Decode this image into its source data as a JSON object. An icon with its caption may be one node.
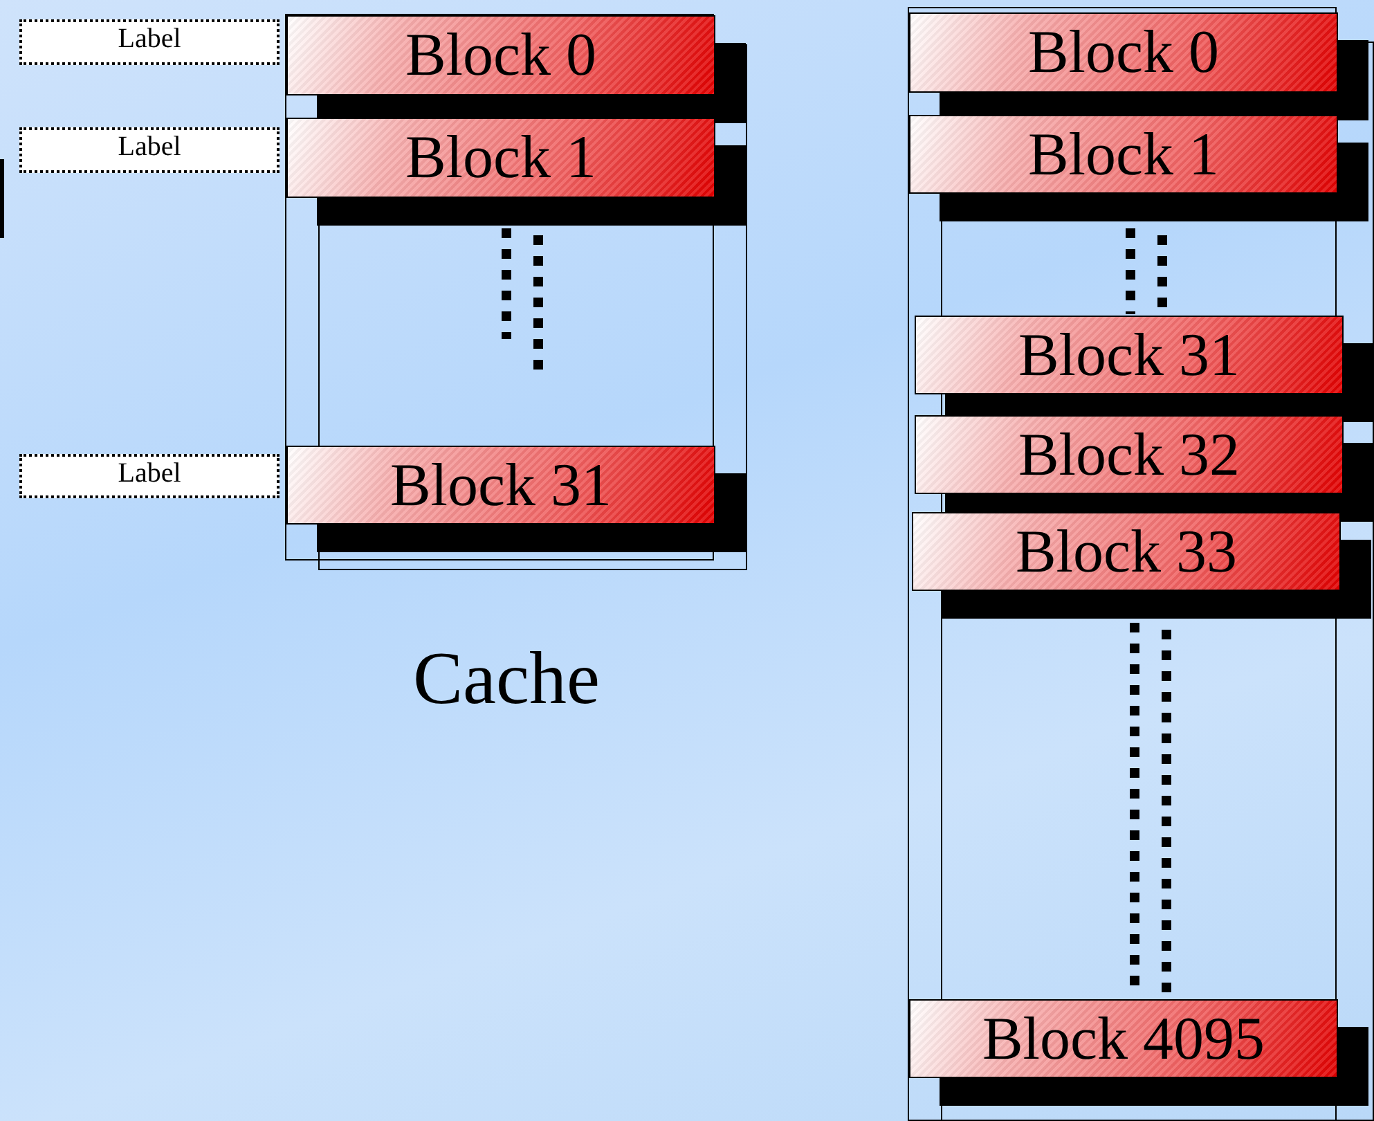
{
  "diagram": {
    "nodes": [
      {
        "text": [],
        "shape": "box"
      },
      {
        "text": [
          "Block 0"
        ],
        "in": 0
      },
      {
        "text": [
          "Block 1"
        ],
        "in": 0
      },
      {
        "text": [
          "Block 31"
        ],
        "in": 0
      },
      {
        "text": [],
        "shape": "box"
      },
      {
        "text": [
          "Block 0"
        ],
        "in": 4
      },
      {
        "text": [
          "Block 1"
        ],
        "in": 4
      },
      {
        "text": [
          "Block 31"
        ],
        "in": 4
      },
      {
        "text": [
          "Block 32"
        ],
        "in": 4
      },
      {
        "text": [
          "Block 33"
        ],
        "in": 4
      },
      {
        "text": [
          "Block 4095"
        ],
        "in": 4
      },
      {
        "text": [
          "Label"
        ]
      },
      {
        "text": [
          "Label"
        ]
      },
      {
        "text": [
          "Label"
        ]
      }
    ],
    "edges": [],
    "labels": [
      "Cache"
    ]
  }
}
